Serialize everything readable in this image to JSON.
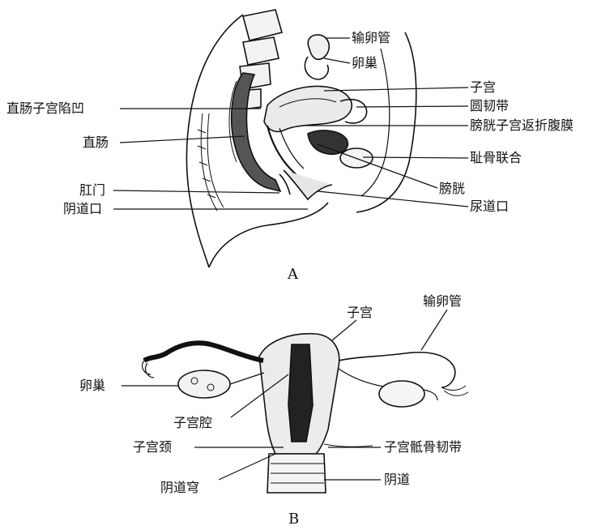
{
  "panel_a": {
    "letter": "A",
    "labels": {
      "fallopian_tube": "输卵管",
      "ovary": "卵巢",
      "uterus": "子宫",
      "round_ligament": "圆韧带",
      "vesicouterine_pouch": "膀胱子宫返折腹膜",
      "pubic_symphysis": "耻骨联合",
      "bladder": "膀胱",
      "urethral_orifice": "尿道口",
      "rectouterine_pouch": "直肠子宫陷凹",
      "rectum": "直肠",
      "anus": "肛门",
      "vaginal_orifice": "阴道口"
    }
  },
  "panel_b": {
    "letter": "B",
    "labels": {
      "uterus": "子宫",
      "fallopian_tube": "输卵管",
      "ovary": "卵巢",
      "uterine_cavity": "子宫腔",
      "cervix": "子宫颈",
      "uterosacral_ligament": "子宫骶骨韧带",
      "vaginal_fornix": "阴道穹",
      "vagina": "阴道"
    }
  }
}
